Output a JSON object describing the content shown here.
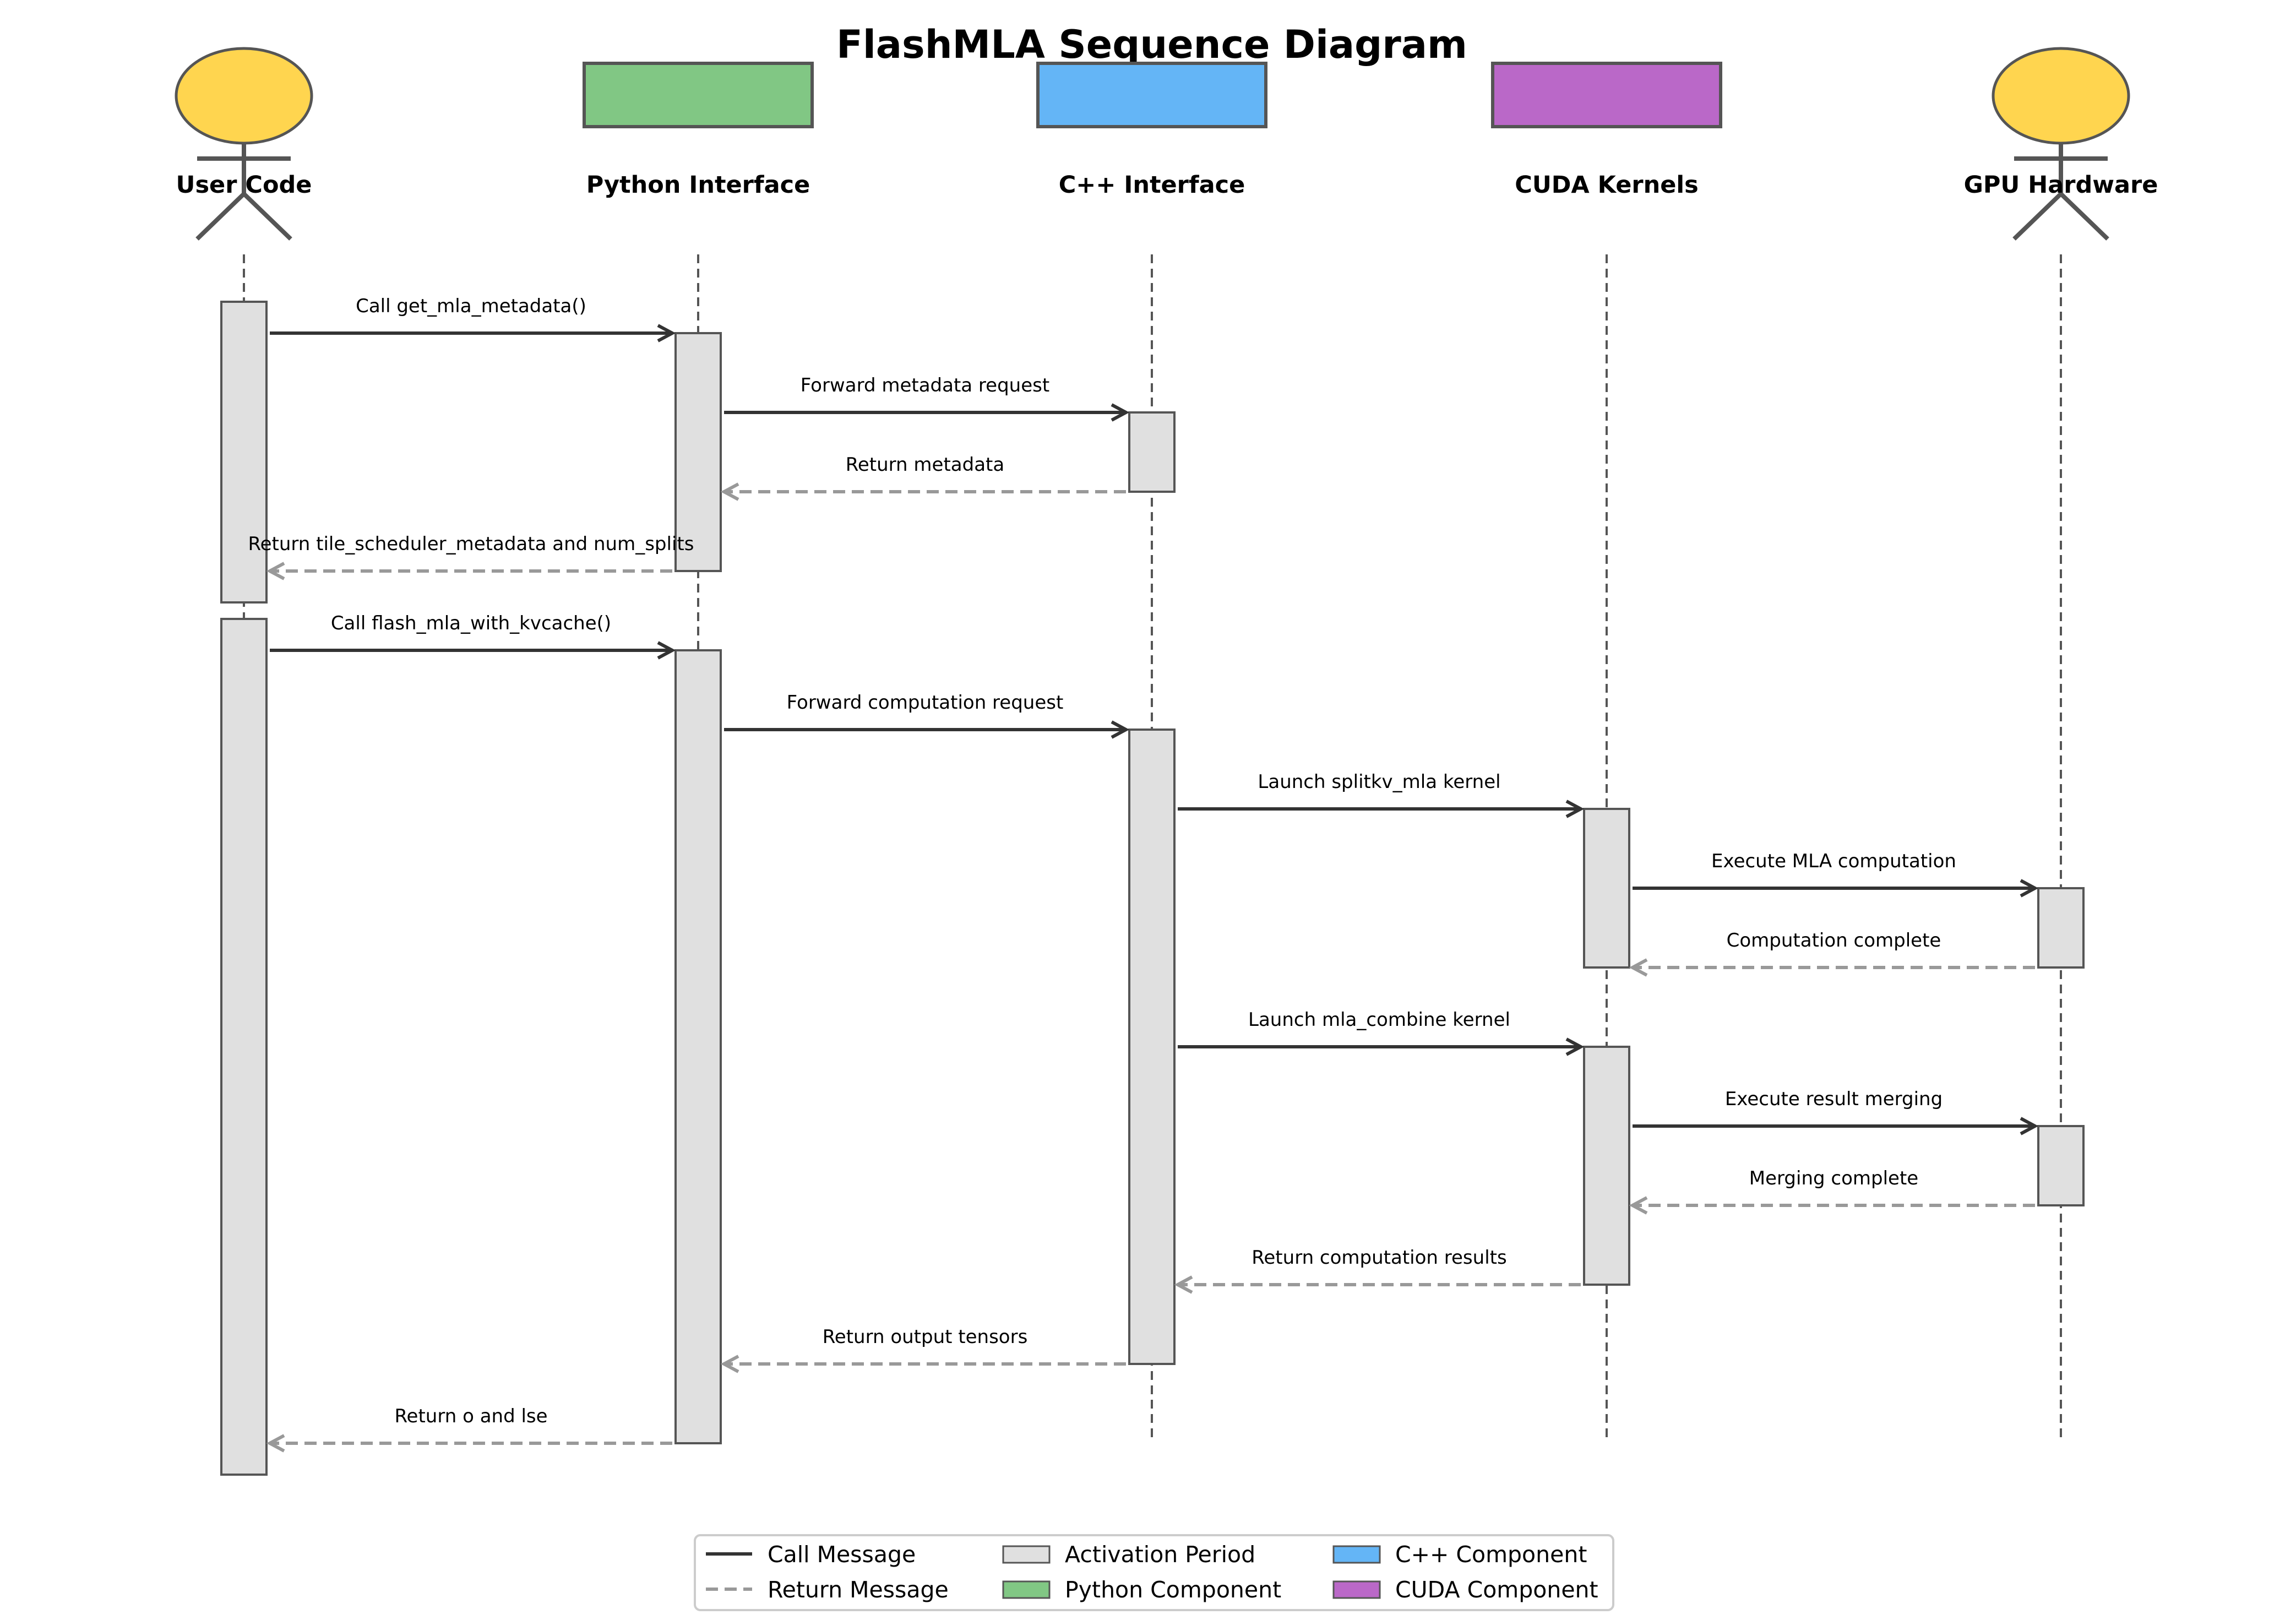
{
  "title": "FlashMLA Sequence Diagram",
  "colors": {
    "actor_head": "#FFD54F",
    "python": "#81C784",
    "cpp": "#64B5F6",
    "cuda": "#BA68C8",
    "activation": "#E0E0E0",
    "call_line": "#333333",
    "return_line": "#999999",
    "outline": "#555555"
  },
  "participants": [
    {
      "id": "user",
      "label": "User Code",
      "shape": "actor"
    },
    {
      "id": "python",
      "label": "Python Interface",
      "shape": "box",
      "color": "#81C784"
    },
    {
      "id": "cpp",
      "label": "C++ Interface",
      "shape": "box",
      "color": "#64B5F6"
    },
    {
      "id": "cuda",
      "label": "CUDA Kernels",
      "shape": "box",
      "color": "#BA68C8"
    },
    {
      "id": "gpu",
      "label": "GPU Hardware",
      "shape": "actor"
    }
  ],
  "messages": [
    {
      "from": 0,
      "to": 1,
      "type": "call",
      "label": "Call get_mla_metadata()"
    },
    {
      "from": 1,
      "to": 2,
      "type": "call",
      "label": "Forward metadata request"
    },
    {
      "from": 2,
      "to": 1,
      "type": "return",
      "label": "Return metadata"
    },
    {
      "from": 1,
      "to": 0,
      "type": "return",
      "label": "Return tile_scheduler_metadata and num_splits"
    },
    {
      "from": 0,
      "to": 1,
      "type": "call",
      "label": "Call flash_mla_with_kvcache()"
    },
    {
      "from": 1,
      "to": 2,
      "type": "call",
      "label": "Forward computation request"
    },
    {
      "from": 2,
      "to": 3,
      "type": "call",
      "label": "Launch splitkv_mla kernel"
    },
    {
      "from": 3,
      "to": 4,
      "type": "call",
      "label": "Execute MLA computation"
    },
    {
      "from": 4,
      "to": 3,
      "type": "return",
      "label": "Computation complete"
    },
    {
      "from": 2,
      "to": 3,
      "type": "call",
      "label": "Launch mla_combine kernel"
    },
    {
      "from": 3,
      "to": 4,
      "type": "call",
      "label": "Execute result merging"
    },
    {
      "from": 4,
      "to": 3,
      "type": "return",
      "label": "Merging complete"
    },
    {
      "from": 3,
      "to": 2,
      "type": "return",
      "label": "Return computation results"
    },
    {
      "from": 2,
      "to": 1,
      "type": "return",
      "label": "Return output tensors"
    },
    {
      "from": 1,
      "to": 0,
      "type": "return",
      "label": "Return o and lse"
    }
  ],
  "activations": [
    {
      "participant": 0,
      "start_step": 0,
      "end_step": 3
    },
    {
      "participant": 1,
      "start_step": 0,
      "end_step": 3
    },
    {
      "participant": 2,
      "start_step": 1,
      "end_step": 2
    },
    {
      "participant": 0,
      "start_step": 4,
      "end_step": 14
    },
    {
      "participant": 1,
      "start_step": 4,
      "end_step": 14
    },
    {
      "participant": 2,
      "start_step": 5,
      "end_step": 13
    },
    {
      "participant": 3,
      "start_step": 6,
      "end_step": 8
    },
    {
      "participant": 4,
      "start_step": 7,
      "end_step": 8
    },
    {
      "participant": 3,
      "start_step": 9,
      "end_step": 12
    },
    {
      "participant": 4,
      "start_step": 10,
      "end_step": 11
    }
  ],
  "legend": [
    {
      "kind": "line-solid",
      "label": "Call Message",
      "color": "#333333"
    },
    {
      "kind": "line-dashed",
      "label": "Return Message",
      "color": "#999999"
    },
    {
      "kind": "box",
      "label": "Activation Period",
      "color": "#E0E0E0"
    },
    {
      "kind": "box",
      "label": "Python Component",
      "color": "#81C784"
    },
    {
      "kind": "box",
      "label": "C++ Component",
      "color": "#64B5F6"
    },
    {
      "kind": "box",
      "label": "CUDA Component",
      "color": "#BA68C8"
    }
  ]
}
